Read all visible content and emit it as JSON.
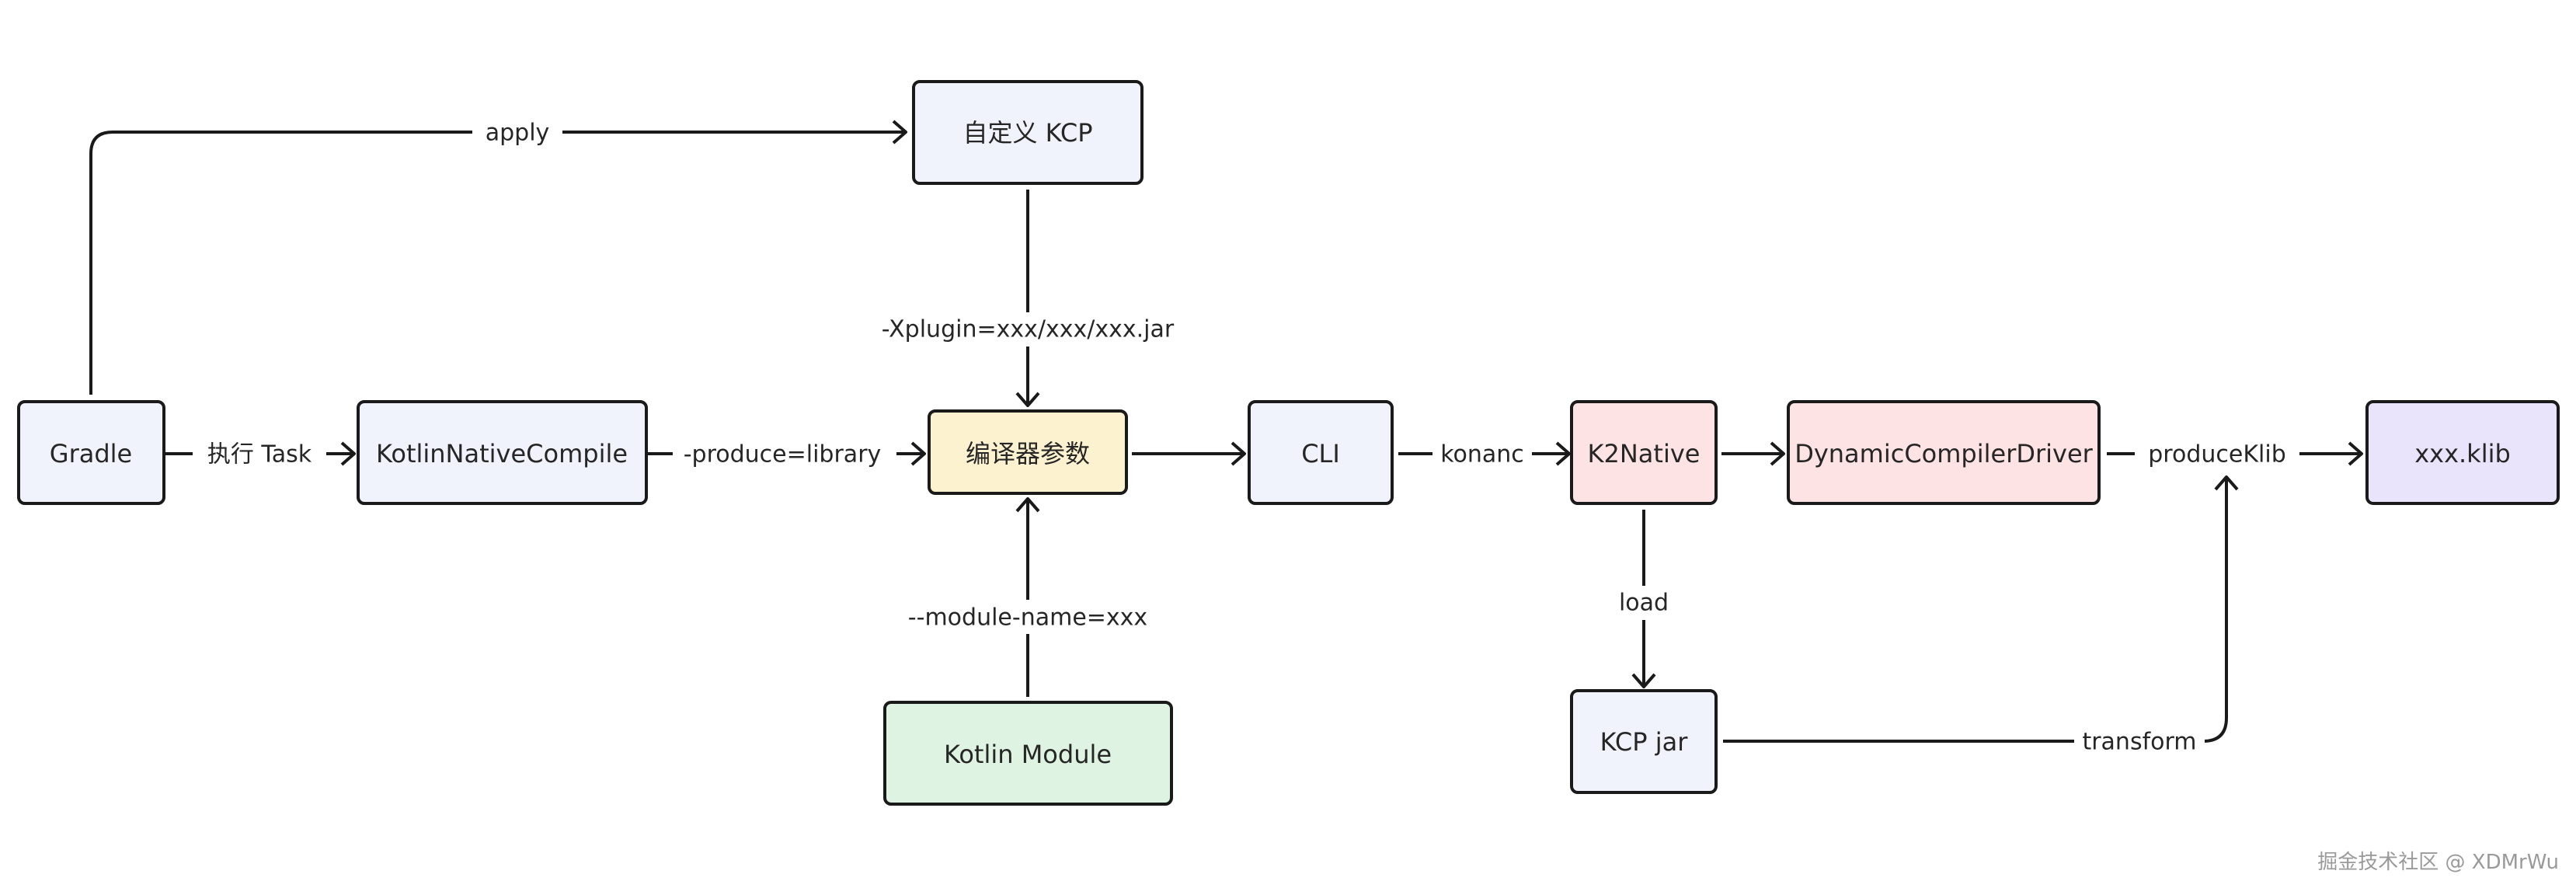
{
  "colors": {
    "blue": "#f0f3fb",
    "yellow": "#fdf2d0",
    "green": "#def3e1",
    "red": "#fde3e3",
    "purple": "#e9e4fb",
    "stroke": "#1a1a1a"
  },
  "nodes": {
    "gradle": {
      "label": "Gradle",
      "fill": "blue"
    },
    "kotlin_native_compile": {
      "label": "KotlinNativeCompile",
      "fill": "blue"
    },
    "custom_kcp": {
      "label": "自定义 KCP",
      "fill": "blue"
    },
    "compiler_args": {
      "label": "编译器参数",
      "fill": "yellow"
    },
    "kotlin_module": {
      "label": "Kotlin Module",
      "fill": "green"
    },
    "cli": {
      "label": "CLI",
      "fill": "blue"
    },
    "k2native": {
      "label": "K2Native",
      "fill": "red"
    },
    "dynamic_compiler_driver": {
      "label": "DynamicCompilerDriver",
      "fill": "red"
    },
    "kcp_jar": {
      "label": "KCP jar",
      "fill": "blue"
    },
    "xxx_klib": {
      "label": "xxx.klib",
      "fill": "purple"
    }
  },
  "edges": {
    "apply": {
      "label": "apply"
    },
    "exec_task": {
      "label": "执行 Task"
    },
    "produce_library": {
      "label": "-produce=library"
    },
    "xplugin": {
      "label": "-Xplugin=xxx/xxx/xxx.jar"
    },
    "module_name": {
      "label": "--module-name=xxx"
    },
    "args_to_cli": {
      "label": ""
    },
    "konanc": {
      "label": "konanc"
    },
    "k2native_to_driver": {
      "label": ""
    },
    "load": {
      "label": "load"
    },
    "produce_klib": {
      "label": "produceKlib"
    },
    "transform": {
      "label": "transform"
    }
  },
  "watermark": "掘金技术社区 @ XDMrWu"
}
